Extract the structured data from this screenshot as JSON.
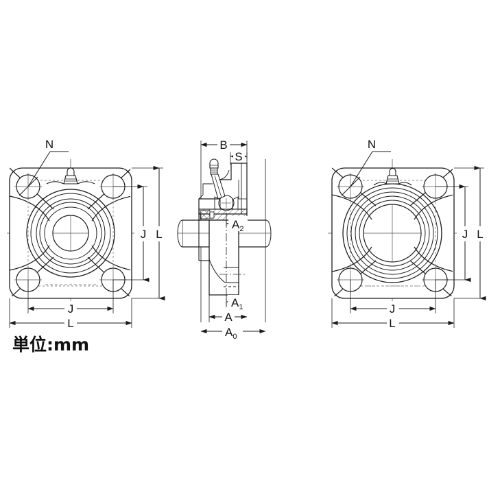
{
  "drawing": {
    "title_note": "単位:mm",
    "unit": "mm",
    "background_color": "#ffffff",
    "line_color": "#1a1a1a",
    "views": [
      {
        "id": "left-front-view",
        "name": "front-view-flange-bearing-left",
        "labels": [
          "N",
          "J",
          "L",
          "J",
          "L"
        ]
      },
      {
        "id": "middle-section-view",
        "name": "side-section-view-flange-bearing",
        "labels": [
          "B",
          "S",
          "A2",
          "A1",
          "A",
          "A0"
        ]
      },
      {
        "id": "right-front-view",
        "name": "front-view-flange-bearing-right",
        "labels": [
          "N",
          "J",
          "L",
          "J",
          "L"
        ]
      }
    ],
    "dimensions": {
      "N": "N",
      "J": "J",
      "L": "L",
      "B": "B",
      "S": "S",
      "A": "A",
      "A_sub0": "A",
      "A_sub0_sub": "0",
      "A_sub1": "A",
      "A_sub1_sub": "1",
      "A_sub2": "A",
      "A_sub2_sub": "2"
    },
    "left_view": {
      "label_N": "N",
      "label_J_vertical": "J",
      "label_L_vertical": "L",
      "label_J_horizontal": "J",
      "label_L_horizontal": "L"
    },
    "middle_view": {
      "label_B": "B",
      "label_S": "S",
      "label_A2_base": "A",
      "label_A2_sub": "2",
      "label_A1_base": "A",
      "label_A1_sub": "1",
      "label_A": "A",
      "label_A0_base": "A",
      "label_A0_sub": "0"
    },
    "right_view": {
      "label_N": "N",
      "label_J_vertical": "J",
      "label_L_vertical": "L",
      "label_J_horizontal": "J",
      "label_L_horizontal": "L"
    }
  }
}
